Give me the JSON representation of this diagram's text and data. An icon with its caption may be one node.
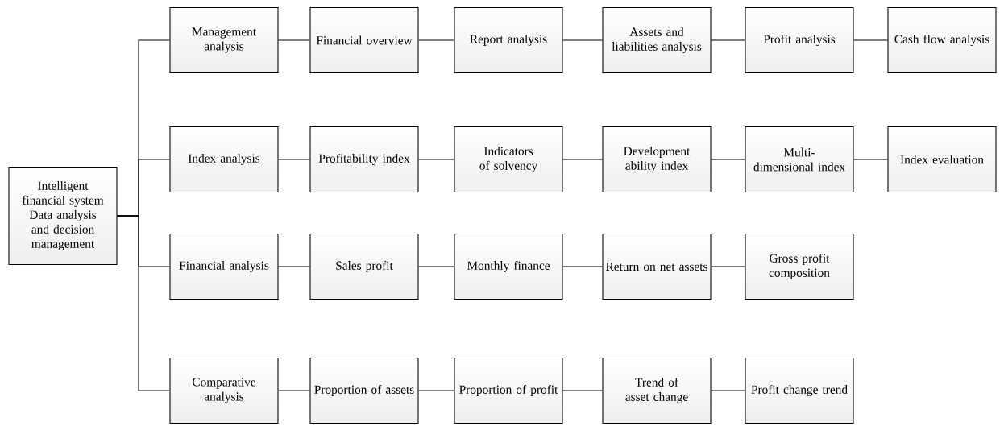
{
  "diagram": {
    "nodes": [
      {
        "text": [
          "Intelligent financial system Data analysis and decision management"
        ]
      },
      {
        "text": [
          "Management analysis"
        ]
      },
      {
        "text": [
          "Financial overview"
        ]
      },
      {
        "text": [
          "Report analysis"
        ]
      },
      {
        "text": [
          "Assets and liabilities analysis"
        ]
      },
      {
        "text": [
          "Profit analysis"
        ]
      },
      {
        "text": [
          "Cash flow analysis"
        ]
      },
      {
        "text": [
          "Index analysis"
        ]
      },
      {
        "text": [
          "Profitability index"
        ]
      },
      {
        "text": [
          "Indicators of solvency"
        ]
      },
      {
        "text": [
          "Development ability index"
        ]
      },
      {
        "text": [
          "Multi-dimensional index"
        ]
      },
      {
        "text": [
          "Index evaluation"
        ]
      },
      {
        "text": [
          "Financial analysis"
        ]
      },
      {
        "text": [
          "Sales profit"
        ]
      },
      {
        "text": [
          "Monthly finance"
        ]
      },
      {
        "text": [
          "Return on net assets"
        ]
      },
      {
        "text": [
          "Gross profit composition"
        ]
      },
      {
        "text": [
          "Comparative analysis"
        ]
      },
      {
        "text": [
          "Proportion of assets"
        ]
      },
      {
        "text": [
          "Proportion of profit"
        ]
      },
      {
        "text": [
          "Trend of asset change"
        ]
      },
      {
        "text": [
          "Profit change trend"
        ]
      }
    ],
    "edges": [
      {
        "from": 0,
        "to": 1,
        "arrow": "none"
      },
      {
        "from": 0,
        "to": 7,
        "arrow": "none"
      },
      {
        "from": 0,
        "to": 13,
        "arrow": "none"
      },
      {
        "from": 0,
        "to": 18,
        "arrow": "none"
      },
      {
        "from": 1,
        "to": 2,
        "arrow": "none"
      },
      {
        "from": 2,
        "to": 3,
        "arrow": "none"
      },
      {
        "from": 3,
        "to": 4,
        "arrow": "none"
      },
      {
        "from": 4,
        "to": 5,
        "arrow": "none"
      },
      {
        "from": 5,
        "to": 6,
        "arrow": "none"
      },
      {
        "from": 7,
        "to": 8,
        "arrow": "none"
      },
      {
        "from": 8,
        "to": 9,
        "arrow": "none"
      },
      {
        "from": 9,
        "to": 10,
        "arrow": "none"
      },
      {
        "from": 10,
        "to": 11,
        "arrow": "none"
      },
      {
        "from": 11,
        "to": 12,
        "arrow": "none"
      },
      {
        "from": 13,
        "to": 14,
        "arrow": "none"
      },
      {
        "from": 14,
        "to": 15,
        "arrow": "none"
      },
      {
        "from": 15,
        "to": 16,
        "arrow": "none"
      },
      {
        "from": 16,
        "to": 17,
        "arrow": "none"
      },
      {
        "from": 18,
        "to": 19,
        "arrow": "none"
      },
      {
        "from": 19,
        "to": 20,
        "arrow": "none"
      },
      {
        "from": 20,
        "to": 21,
        "arrow": "none"
      },
      {
        "from": 21,
        "to": 22,
        "arrow": "none"
      }
    ]
  }
}
